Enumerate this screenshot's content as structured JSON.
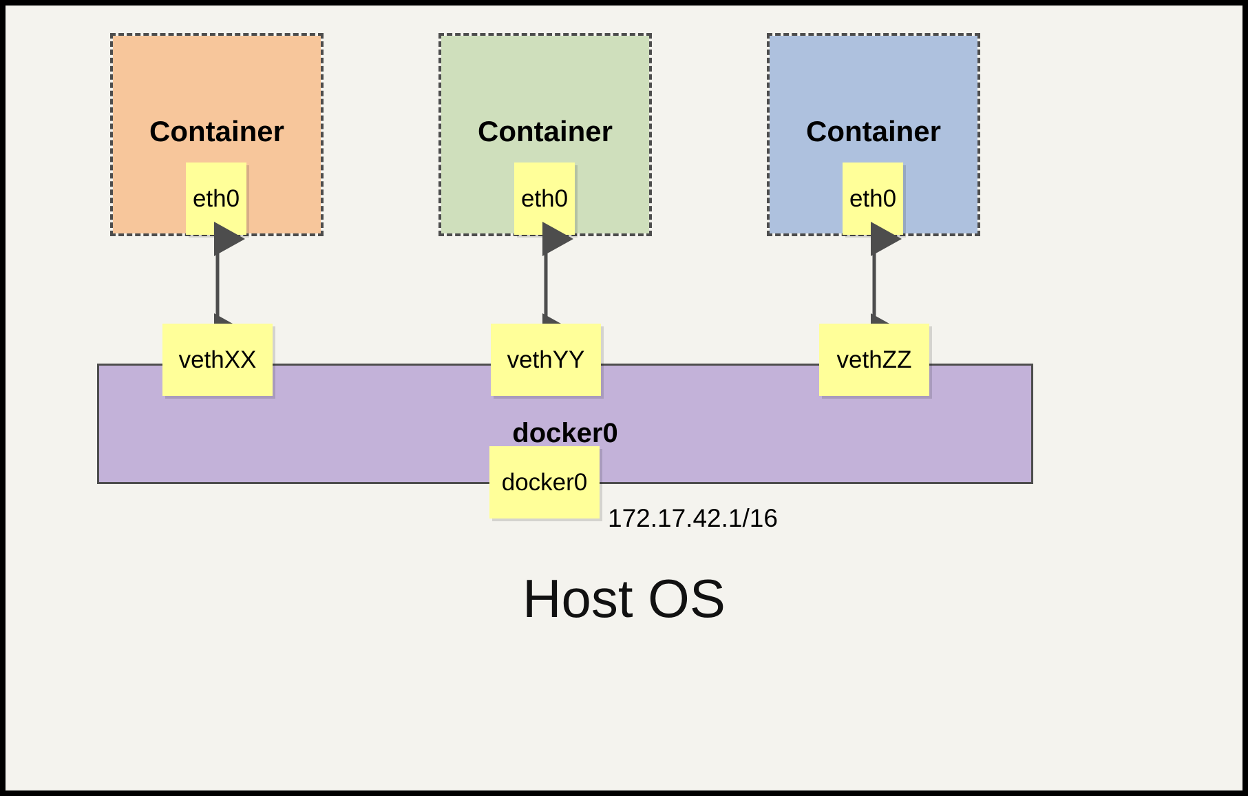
{
  "diagram": {
    "title_text": "Host OS",
    "frame_color": "#000000",
    "background_color": "#f4f3ee"
  },
  "containers": [
    {
      "label": "Container",
      "fill_color": "#f7c69b",
      "border_color": "#4d4d4d",
      "interface": {
        "label": "eth0"
      }
    },
    {
      "label": "Container",
      "fill_color": "#cfdfbc",
      "border_color": "#4d4d4d",
      "interface": {
        "label": "eth0"
      }
    },
    {
      "label": "Container",
      "fill_color": "#aec1de",
      "border_color": "#4d4d4d",
      "interface": {
        "label": "eth0"
      }
    }
  ],
  "veth_pairs": [
    {
      "label": "vethXX"
    },
    {
      "label": "vethYY"
    },
    {
      "label": "vethZZ"
    }
  ],
  "bridge": {
    "bar_label": "docker0",
    "bar_fill_color": "#c3b2d9",
    "bar_border_color": "#4d4d4d",
    "interface_label": "docker0",
    "ip_address": "172.17.42.1/16"
  },
  "arrows": {
    "color": "#4d4d4d",
    "direction": "bidirectional",
    "count": 3
  }
}
